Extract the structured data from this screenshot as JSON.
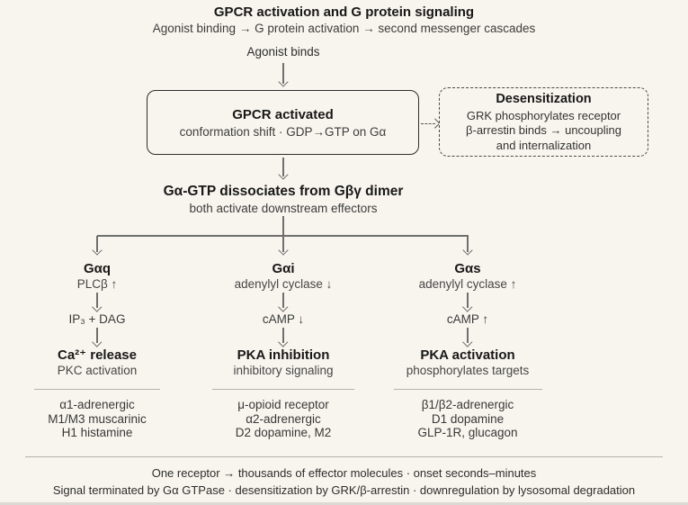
{
  "page": {
    "title": "GPCR activation and G protein signaling",
    "subtitle": "Agonist binding → G protein activation → second messenger cascades"
  },
  "flow": {
    "agonist_label": "Agonist binds",
    "gpcr_box": {
      "title": "GPCR activated",
      "subtitle": "conformation shift · GDP→GTP on Gα"
    },
    "desensitization_box": {
      "title": "Desensitization",
      "line1": "GRK phosphorylates receptor",
      "line2": "β-arrestin binds → uncoupling",
      "line3": "and internalization"
    },
    "dissociation": {
      "title": "Gα-GTP dissociates from Gβγ dimer",
      "subtitle": "both activate downstream effectors"
    }
  },
  "pathways": [
    {
      "name": "Gαq",
      "effector": "PLCβ ↑",
      "messenger": "IP₃ + DAG",
      "outcome": "Ca²⁺ release",
      "outcome_note": "PKC activation",
      "receptors": [
        "α1-adrenergic",
        "M1/M3 muscarinic",
        "H1 histamine"
      ]
    },
    {
      "name": "Gαi",
      "effector": "adenylyl cyclase ↓",
      "messenger": "cAMP ↓",
      "outcome": "PKA inhibition",
      "outcome_note": "inhibitory signaling",
      "receptors": [
        "μ-opioid receptor",
        "α2-adrenergic",
        "D2 dopamine, M2"
      ]
    },
    {
      "name": "Gαs",
      "effector": "adenylyl cyclase ↑",
      "messenger": "cAMP ↑",
      "outcome": "PKA activation",
      "outcome_note": "phosphorylates targets",
      "receptors": [
        "β1/β2-adrenergic",
        "D1 dopamine",
        "GLP-1R, glucagon"
      ]
    }
  ],
  "footer": {
    "line1": "One receptor → thousands of effector molecules · onset seconds–minutes",
    "line2": "Signal terminated by Gα GTPase · desensitization by GRK/β-arrestin · downregulation by lysosomal degradation"
  },
  "colors": {
    "background": "#f8f5ee",
    "ink": "#181818",
    "muted": "#464646",
    "connector": "#6f6f6f",
    "divider": "#b6b2aa"
  }
}
